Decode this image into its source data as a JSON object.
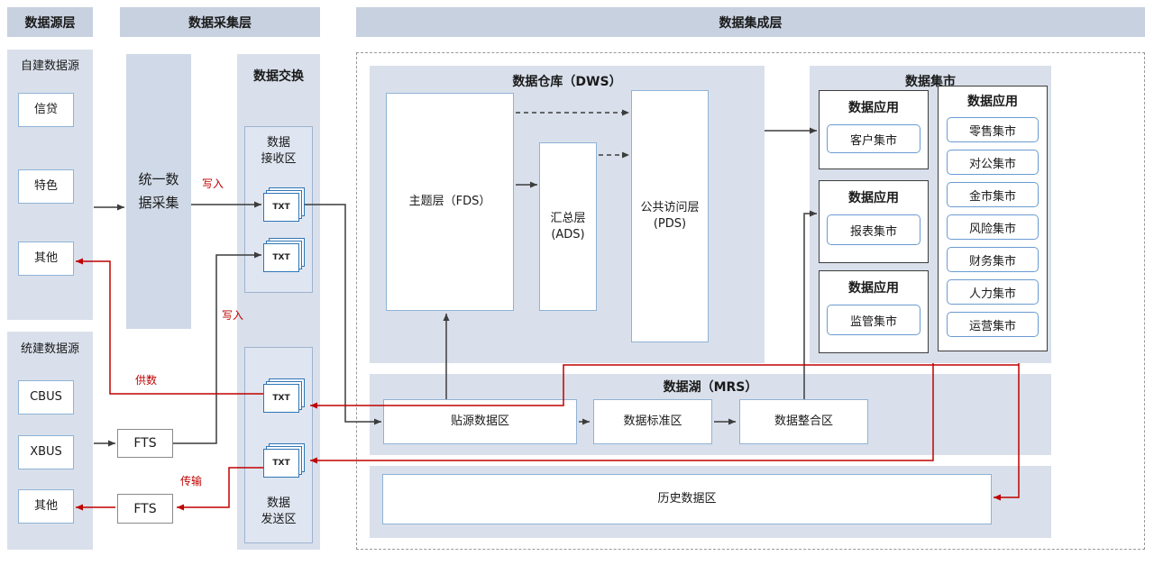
{
  "headers": {
    "source": "数据源层",
    "collection": "数据采集层",
    "integration": "数据集成层"
  },
  "source_layer": {
    "self_built": {
      "title": "自建数据源",
      "items": [
        "信贷",
        "特色",
        "其他"
      ]
    },
    "unified": {
      "title": "统建数据源",
      "items": [
        "CBUS",
        "XBUS",
        "其他"
      ]
    }
  },
  "collection_layer": {
    "unified_collection": "统一数\n据采集",
    "exchange": {
      "title": "数据交换",
      "receive_zone": "数据\n接收区",
      "send_zone": "数据\n发送区",
      "txt": "TXT"
    },
    "fts_upper": "FTS",
    "fts_lower": "FTS"
  },
  "integration_layer": {
    "dws": {
      "title": "数据仓库（DWS）",
      "fds": "主题层（FDS）",
      "ads": "汇总层\n(ADS)",
      "pds": "公共访问层\n(PDS)"
    },
    "mart": {
      "title": "数据集市",
      "app_boxes": [
        {
          "title": "数据应用",
          "item": "客户集市"
        },
        {
          "title": "数据应用",
          "item": "报表集市"
        },
        {
          "title": "数据应用",
          "item": "监管集市"
        }
      ],
      "app_list": {
        "title": "数据应用",
        "items": [
          "零售集市",
          "对公集市",
          "金市集市",
          "风险集市",
          "财务集市",
          "人力集市",
          "运营集市"
        ]
      }
    },
    "lake": {
      "title": "数据湖（MRS）",
      "zones": [
        "贴源数据区",
        "数据标准区",
        "数据整合区"
      ]
    },
    "history": {
      "title": "历史数据区"
    }
  },
  "edge_labels": {
    "write_top": "写入",
    "write_bottom": "写入",
    "supply": "供数",
    "transfer": "传输"
  }
}
